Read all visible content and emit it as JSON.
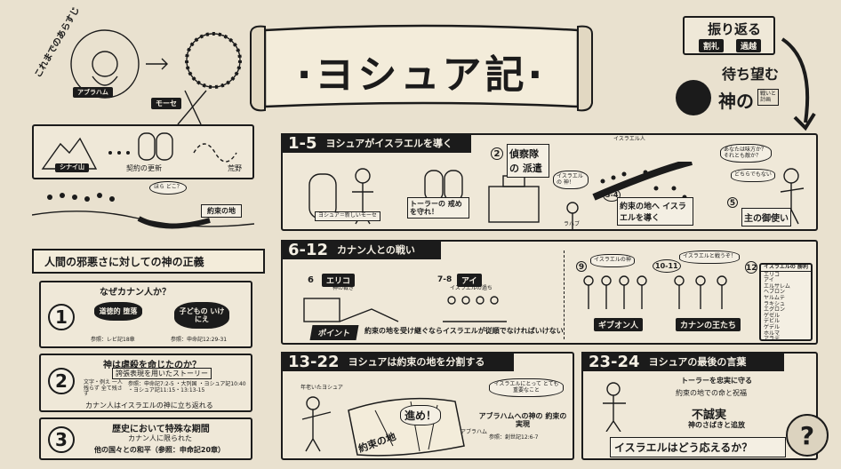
{
  "title": "·ヨシュア記·",
  "recap": {
    "heading": "これまでのあらすじ",
    "abraham": "アブラハム",
    "moses": "モーセ",
    "sinai": "シナイ山",
    "covenant": "契約の更新",
    "wilderness": "荒野",
    "promised_land": "約束の地",
    "where": "ほら どこ？"
  },
  "reflect": {
    "heading": "振り返る",
    "tag1": "割礼",
    "tag2": "過越",
    "wait": "待ち望む",
    "god": "神の",
    "plan": "戦いと 計画"
  },
  "justice": {
    "banner": "人間の邪悪さに対しての神の正義",
    "why_q": "なぜカナン人か？",
    "item1_left": "道徳的 堕落",
    "item1_right": "子どもの いけにえ",
    "ref1_left": "参照：レビ記18章",
    "ref1_right": "参照：申命記12:29-31",
    "num1": "1",
    "num2": "2",
    "num3": "3",
    "genocide_q": "神は虐殺を命じたのか？",
    "hyperbole": "誇張表現を用いたストーリー",
    "hyperbole_note": "文字・例え 一人残らず 全て残さず",
    "hyperbole_ref": "参照：申命記7:2-5 ・大列国 ・ヨシュア記10:40 ・ヨシュア記11:15・13:13-15",
    "return_note": "カナン人はイスラエルの神に立ち返れる",
    "period_q": "歴史において特殊な期間",
    "period_limit": "カナン人に限られた",
    "period_peace": "他の国々との和平（参照：申命記20章）"
  },
  "sec1": {
    "range": "1-5",
    "title": "ヨシュアがイスラエルを導く",
    "new_moses": "ヨシュア＝新しいモーセ",
    "torah": "トーラーの 戒めを守れ！",
    "scouts_num": "2",
    "scouts": "偵察隊の 派遣",
    "rahab": "ラハブ",
    "rahab_speech": "イスラエルの 神！",
    "israelites": "イスラエル人",
    "lead_num": "3-4",
    "lead": "約束の地へ イスラエルを導く",
    "messenger_num": "5",
    "messenger": "主の御使い",
    "q1": "あなたは味方か？ それとも敵か？",
    "q2": "どちらでもない"
  },
  "sec2": {
    "range": "6-12",
    "title": "カナン人との戦い",
    "jericho_num": "6",
    "jericho": "エリコ",
    "jericho_sub": "神の裁き",
    "ai_num": "7-8",
    "ai": "アイ",
    "ai_sub": "イスラエルの過ち",
    "point": "ポイント",
    "point_text": "約束の地を受け継ぐならイスラエルが従順でなければいけない",
    "gibeon_num": "9",
    "gibeon_speech": "イスラエルの神",
    "gibeon": "ギブオン人",
    "kings_num": "10-11",
    "kings_speech": "イスラエルと戦うぞ！",
    "kings": "カナンの王たち",
    "list_num": "12",
    "list_title": "イスラエルの 勝利",
    "list": [
      "エリコ",
      "アイ",
      "エルサレム",
      "ヘブロン",
      "ヤルムテ",
      "ラキシュ",
      "エグロン",
      "ゲゼル",
      "デビル",
      "ゲデル",
      "ホルマ",
      "アラデ"
    ]
  },
  "sec3": {
    "range": "13-22",
    "title": "ヨシュアは約束の地を分割する",
    "old_joshua": "年老いたヨシュア",
    "advance": "進め！",
    "land": "約束の地",
    "abraham": "アブラハム",
    "speech": "イスラエルにとって とても重要なこと",
    "promise": "アブラハムへの神の 約束の実現",
    "ref": "参照：創世記12:6-7"
  },
  "sec4": {
    "range": "23-24",
    "title": "ヨシュアの最後の言葉",
    "torah": "トーラーを忠実に守る",
    "life": "約束の地での命と祝福",
    "unfaithful": "不誠実",
    "curse": "神のさばきと追放",
    "question": "イスラエルはどう応えるか？",
    "qmark": "?"
  }
}
